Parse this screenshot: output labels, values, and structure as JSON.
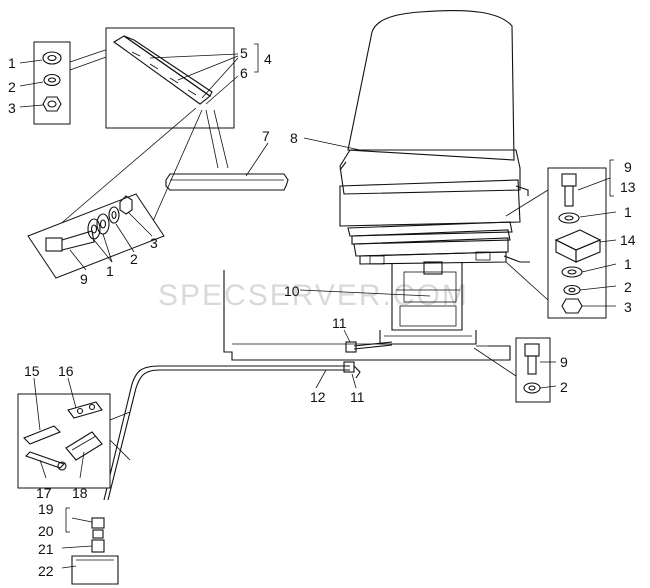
{
  "watermark": "SPECSERVER.COM",
  "callouts": {
    "c1a": "1",
    "c2a": "2",
    "c3a": "3",
    "c5": "5",
    "c4": "4",
    "c6": "6",
    "c7": "7",
    "c8": "8",
    "c9a": "9",
    "c1b": "1",
    "c2b": "2",
    "c3b": "3",
    "c9r": "9",
    "c13": "13",
    "c1r1": "1",
    "c14": "14",
    "c1r2": "1",
    "c2r": "2",
    "c3r": "3",
    "c10": "10",
    "c11a": "11",
    "c12": "12",
    "c11b": "11",
    "c9m": "9",
    "c2m": "2",
    "c15": "15",
    "c16": "16",
    "c17": "17",
    "c18": "18",
    "c19": "19",
    "c20": "20",
    "c21": "21",
    "c22": "22"
  }
}
